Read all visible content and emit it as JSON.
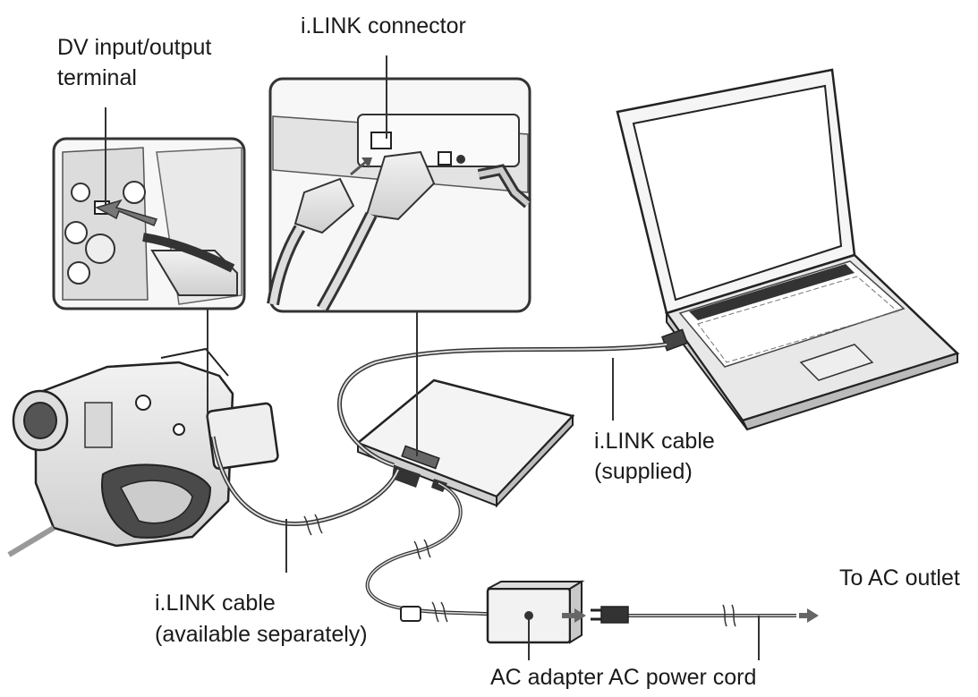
{
  "labels": {
    "dv_terminal": [
      "DV input/output",
      "terminal"
    ],
    "ilink_connector": "i.LINK connector",
    "ilink_cable_supplied": [
      "i.LINK cable",
      "(supplied)"
    ],
    "ilink_cable_separate": [
      "i.LINK cable",
      "(available separately)"
    ],
    "ac_outlet": "To AC outlet",
    "ac_adapter_cord": "AC adapter AC power cord"
  },
  "colors": {
    "ink": "#1a1a1a",
    "cable_gray": "#9a9a9a",
    "body_fill": "#e6e6e6",
    "dark_fill": "#4a4a4a"
  },
  "icons": [
    "camcorder-icon",
    "laptop-icon",
    "dvd-drive-icon",
    "ac-adapter-icon",
    "arrow-right-icon",
    "arrow-left-icon"
  ]
}
